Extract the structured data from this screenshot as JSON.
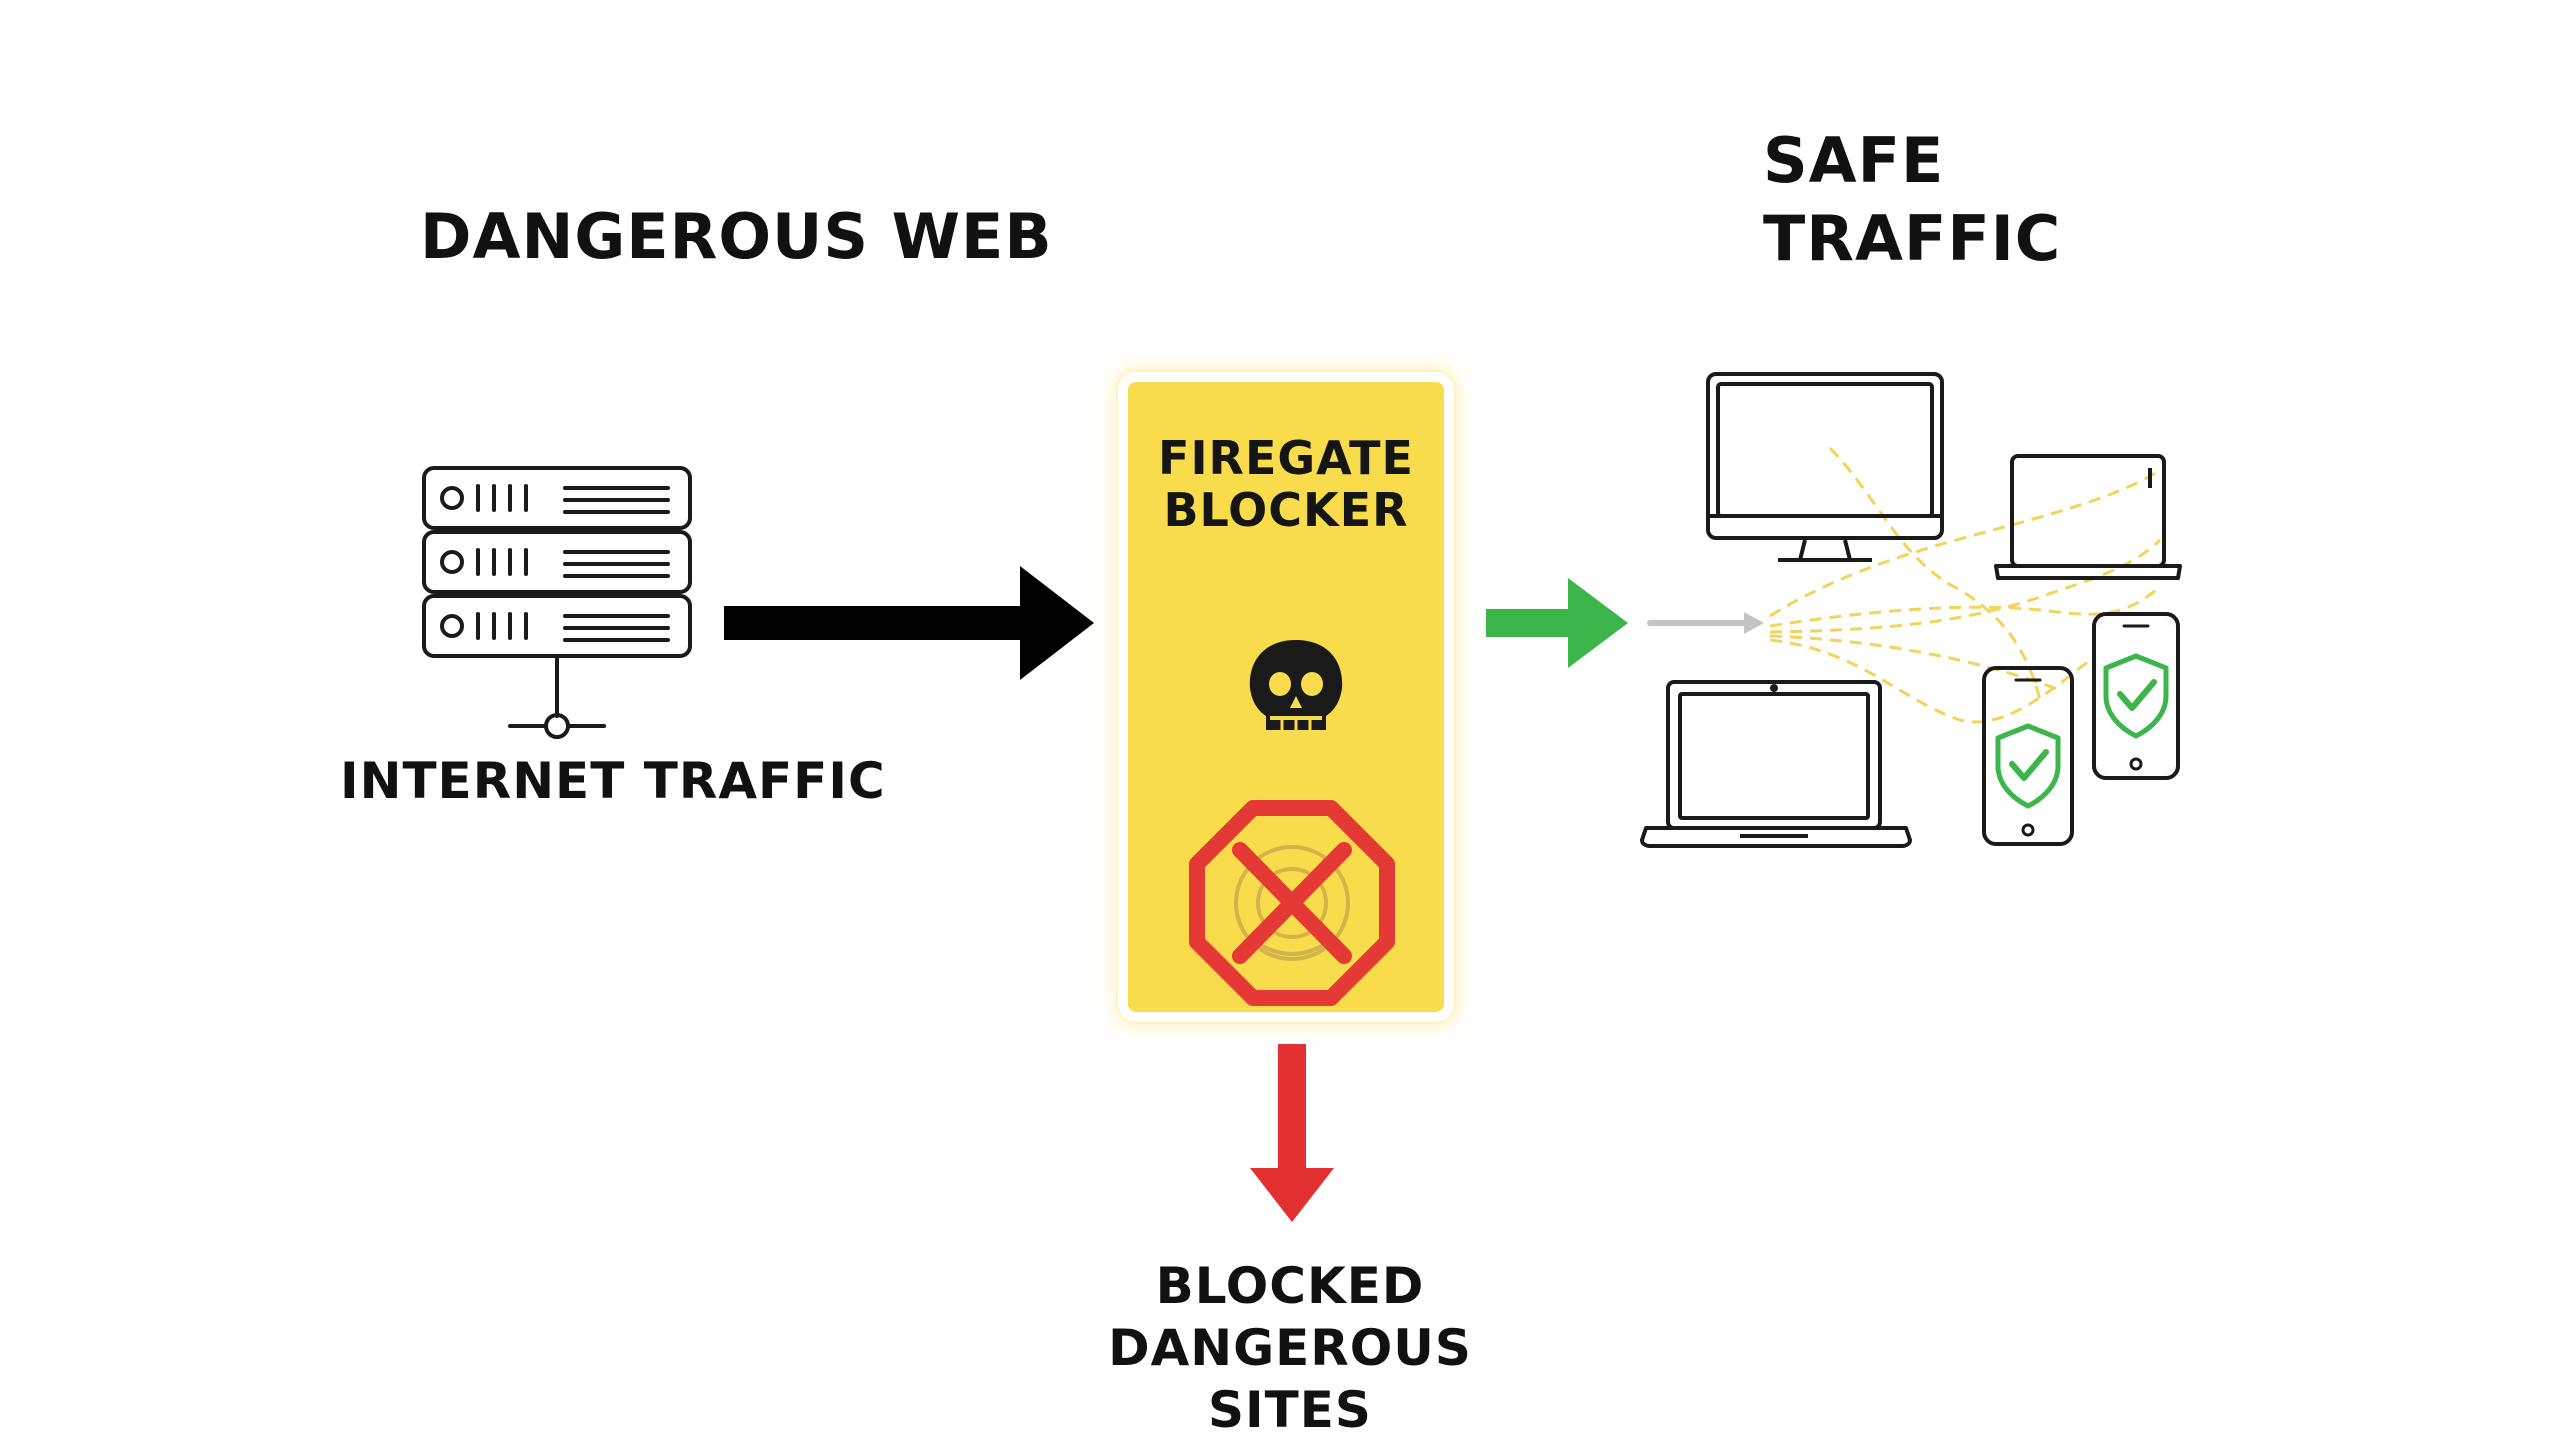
{
  "labels": {
    "dangerous_web": "DANGEROUS WEB",
    "safe_traffic_line1": "SAFE",
    "safe_traffic_line2": "TRAFFIC",
    "internet_traffic": "INTERNET TRAFFIC",
    "blocker_line1": "FIREGATE",
    "blocker_line2": "BLOCKER",
    "blocked_line1": "BLOCKED",
    "blocked_line2": "DANGEROUS",
    "blocked_line3": "SITES"
  },
  "icons": {
    "server": "server-rack-icon",
    "skull": "skull-icon",
    "block": "stop-sign-block-icon",
    "monitor": "desktop-monitor-icon",
    "laptop": "laptop-icon",
    "phone": "phone-shield-check-icon"
  },
  "colors": {
    "blocker_fill": "#f8dc4b",
    "inbound_arrow": "#000000",
    "safe_arrow": "#3cb54a",
    "blocked_arrow": "#e23030",
    "stop_sign": "#e53935",
    "shield_check": "#3cb54a",
    "traffic_dash": "#f3d35a"
  }
}
